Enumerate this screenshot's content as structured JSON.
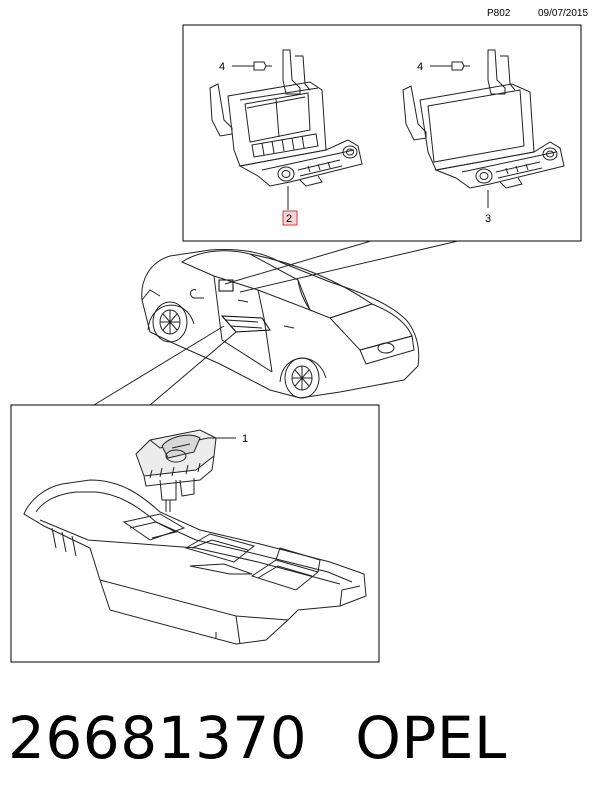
{
  "header": {
    "page_code": "P802",
    "date": "09/07/2015"
  },
  "callouts": {
    "fastener_left": "4",
    "fastener_right": "4",
    "radio_unit_a": "2",
    "radio_unit_b": "3",
    "console_switch": "1"
  },
  "highlight": {
    "callout_box_fill": "#f9d4d4",
    "callout_box_border": "#d43c3c"
  },
  "footer": {
    "part_number": "26681370",
    "brand": "OPEL"
  }
}
